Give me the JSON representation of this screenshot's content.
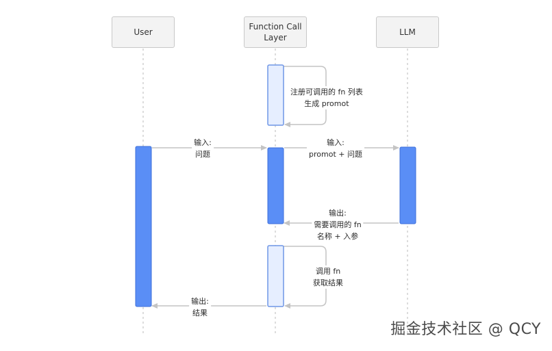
{
  "participants": {
    "user": "User",
    "fcl": "Function Call\nLayer",
    "llm": "LLM"
  },
  "messages": {
    "register": "注册可调用的 fn 列表\n生成 promot",
    "user_input": "输入:\n问题",
    "fcl_input": "输入:\npromot + 问题",
    "llm_output": "输出:\n需要调用的 fn\n名称 + 入参",
    "call_fn": "调用 fn\n获取结果",
    "user_output": "输出:\n结果"
  },
  "colors": {
    "activation_fill": "#5a8ef6",
    "activation_border": "#3d6fd9",
    "light_activation_fill": "#e6eeff",
    "light_activation_border": "#6f96e6",
    "arrow": "#c4c4c4",
    "lifeline": "#c4c4c4"
  },
  "watermark": "掘金技术社区 @ QCY"
}
